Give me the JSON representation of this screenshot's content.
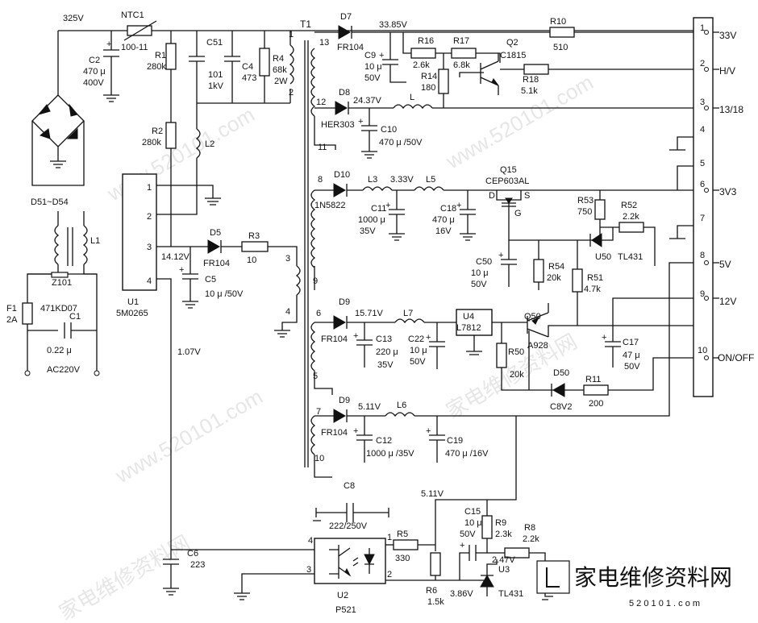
{
  "labels": {
    "v325": "325V",
    "ntc_name": "NTC1",
    "ntc_value": "100-11",
    "c2_name": "C2",
    "c2_val1": "470 μ",
    "c2_val2": "400V",
    "bridge": "D51~D54",
    "l1": "L1",
    "z101": "Z101",
    "z101_val": "471KD07",
    "f1": "F1",
    "f1_val": "2A",
    "c1": "C1",
    "c1_val": "0.22 μ",
    "ac": "AC220V",
    "r1": "R1",
    "r1_val": "280k",
    "r2": "R2",
    "r2_val": "280k",
    "c51": "C51",
    "c51_v1": "101",
    "c51_v2": "1kV",
    "c4": "C4",
    "c4_val": "473",
    "r4": "R4",
    "r4_v1": "68k",
    "r4_v2": "2W",
    "l2": "L2",
    "t1": "T1",
    "u1": "U1",
    "u1_part": "5M0265",
    "v1412": "14.12V",
    "d5": "D5",
    "d5_val": "FR104",
    "r3": "R3",
    "r3_val": "10",
    "c5": "C5",
    "c5_val": "10 μ /50V",
    "v107": "1.07V",
    "c6": "C6",
    "c6_val": "223",
    "d7": "D7",
    "d7_val": "FR104",
    "v3385": "33.85V",
    "r10": "R10",
    "r10_val": "510",
    "c9": "C9",
    "c9_v1": "10 μ",
    "c9_v2": "50V",
    "r16": "R16",
    "r16_val": "2.6k",
    "r17": "R17",
    "r17_val": "6.8k",
    "q2": "Q2",
    "q2_val": "C1815",
    "r14": "R14",
    "r14_val": "180",
    "r18": "R18",
    "r18_val": "5.1k",
    "d8": "D8",
    "d8_val": "HER303",
    "v2437": "24.37V",
    "l": "L",
    "c10": "C10",
    "c10_val": "470 μ /50V",
    "d10": "D10",
    "d10_val": "1N5822",
    "l3": "L3",
    "v333": "3.33V",
    "l5": "L5",
    "q15": "Q15",
    "q15_val": "CEP603AL",
    "c11": "C11",
    "c11_v1": "1000 μ",
    "c11_v2": "35V",
    "c18": "C18",
    "c18_v1": "470 μ",
    "c18_v2": "16V",
    "r53": "R53",
    "r53_val": "750",
    "r52": "R52",
    "r52_val": "2.2k",
    "c50": "C50",
    "c50_v1": "10 μ",
    "c50_v2": "50V",
    "r54": "R54",
    "r54_val": "20k",
    "u50": "U50",
    "u50_val": "TL431",
    "r51": "R51",
    "r51_val": "4.7k",
    "d9a": "D9",
    "d9a_val": "FR104",
    "v1571": "15.71V",
    "l7": "L7",
    "u4": "U4",
    "u4_val": "L7812",
    "q50": "Q50",
    "q50_val": "A928",
    "c13": "C13",
    "c13_v1": "220 μ",
    "c13_v2": "35V",
    "c22": "C22",
    "c22_v1": "10 μ",
    "c22_v2": "50V",
    "r50": "R50",
    "r50_val": "20k",
    "c17": "C17",
    "c17_v1": "47 μ",
    "c17_v2": "50V",
    "d50": "D50",
    "d50_val": "C8V2",
    "r11": "R11",
    "r11_val": "200",
    "d9b": "D9",
    "d9b_val": "FR104",
    "v511a": "5.11V",
    "l6": "L6",
    "c12": "C12",
    "c12_val": "1000 μ /35V",
    "c19": "C19",
    "c19_val": "470 μ /16V",
    "c8": "C8",
    "c8_val": "222/250V",
    "v511b": "5.11V",
    "r5": "R5",
    "r5_val": "330",
    "c15": "C15",
    "c15_v1": "10 μ",
    "c15_v2": "50V",
    "r9": "R9",
    "r9_val": "2.3k",
    "r8": "R8",
    "r8_val": "2.2k",
    "v247": "2.47V",
    "u3": "U3",
    "u3_val": "TL431",
    "r6": "R6",
    "r6_val": "1.5k",
    "v386": "3.86V",
    "u2": "U2",
    "u2_val": "P521",
    "out_33v": "33V",
    "out_hv": "H/V",
    "out_1318": "13/18",
    "out_3v3": "3V3",
    "out_5v": "5V",
    "out_12v": "12V",
    "out_onoff": "ON/OFF",
    "logo_cn": "家电维修资料网",
    "logo_url": "5 2 0 1 0 1 . c o m",
    "watermark1": "www.520101.com",
    "watermark2": "家电维修资料网"
  },
  "connector_pins": [
    "1",
    "2",
    "3",
    "4",
    "5",
    "6",
    "7",
    "8",
    "9",
    "10"
  ],
  "u1_pins": [
    "1",
    "2",
    "3",
    "4"
  ],
  "transformer_pins": {
    "p1": "1",
    "p2": "2",
    "p3": "3",
    "p4": "4",
    "p5": "5",
    "p6": "6",
    "p7": "7",
    "p8": "8",
    "p9": "9",
    "p10": "10",
    "p11": "11",
    "p12": "12",
    "p13": "13"
  },
  "u2_pins": {
    "p1": "1",
    "p2": "2",
    "p3": "3",
    "p4": "4"
  },
  "colors": {
    "ink": "#111111",
    "watermark": "#c8c8c8",
    "logo_blue": "#2b5fb0"
  }
}
